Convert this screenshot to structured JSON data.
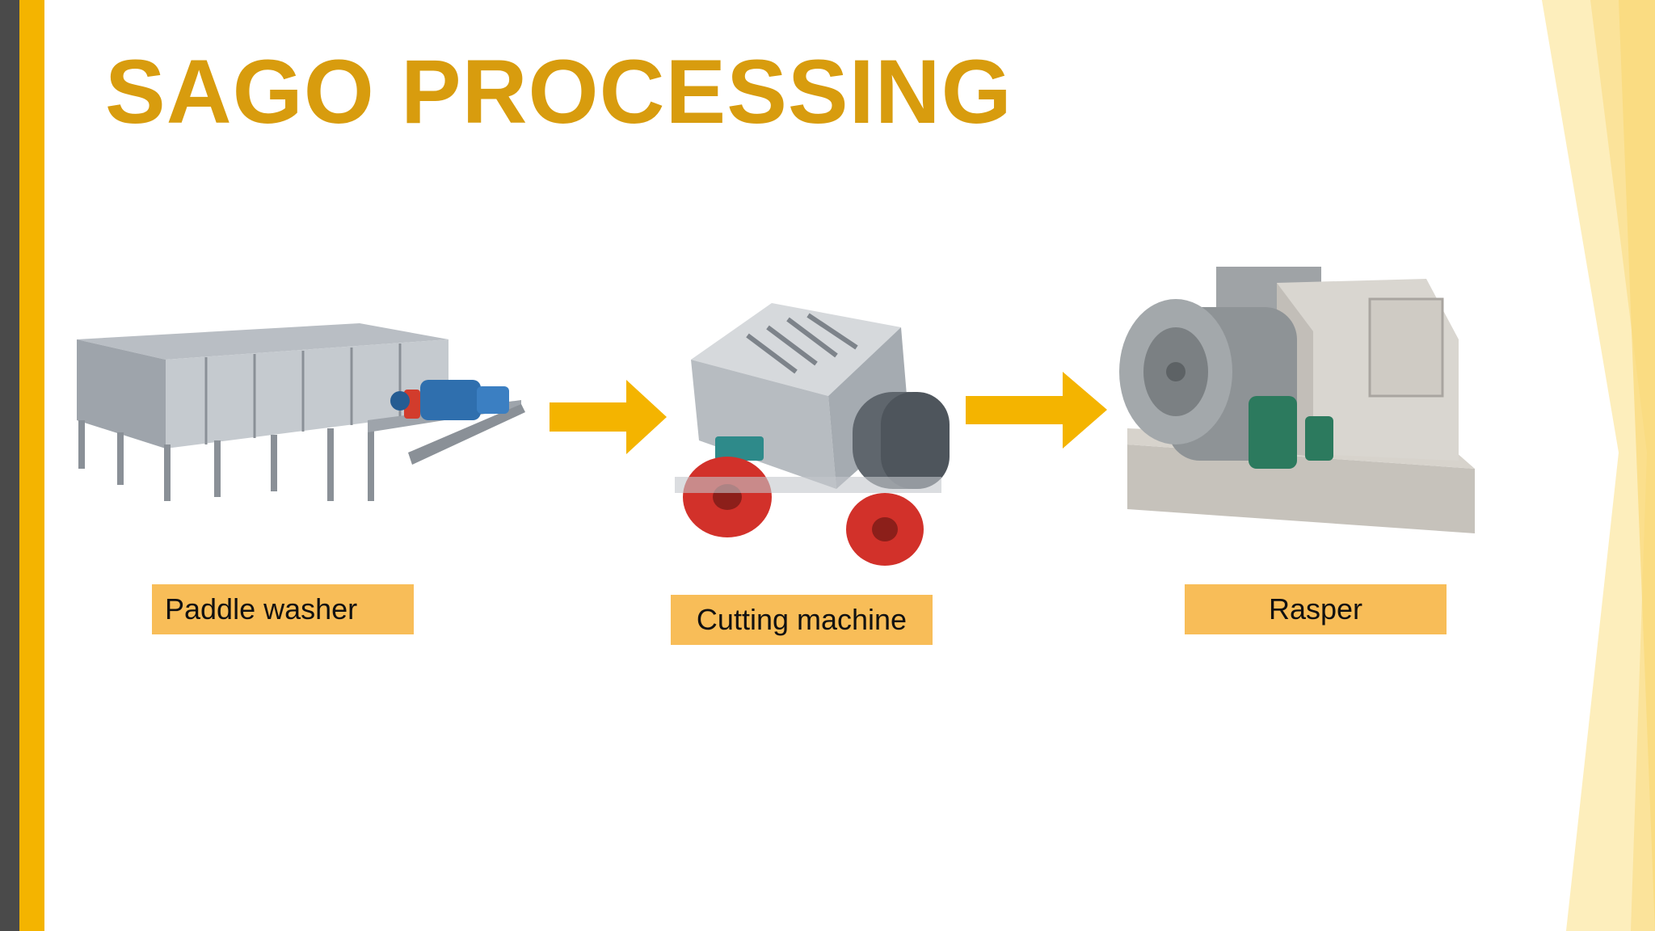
{
  "slide": {
    "title": "SAGO PROCESSING",
    "steps": [
      {
        "label": "Paddle washer",
        "image_icon": "paddle-washer-machine-image"
      },
      {
        "label": "Cutting machine",
        "image_icon": "cutting-machine-image"
      },
      {
        "label": "Rasper",
        "image_icon": "rasper-machine-image"
      }
    ],
    "arrow_icon": "right-arrow-icon"
  },
  "colors": {
    "title": "#d89c0e",
    "accent_bar": "#f4b400",
    "dark_bar": "#4a4a4a",
    "label_bg": "#f8bd58",
    "arrow": "#f4b400"
  }
}
